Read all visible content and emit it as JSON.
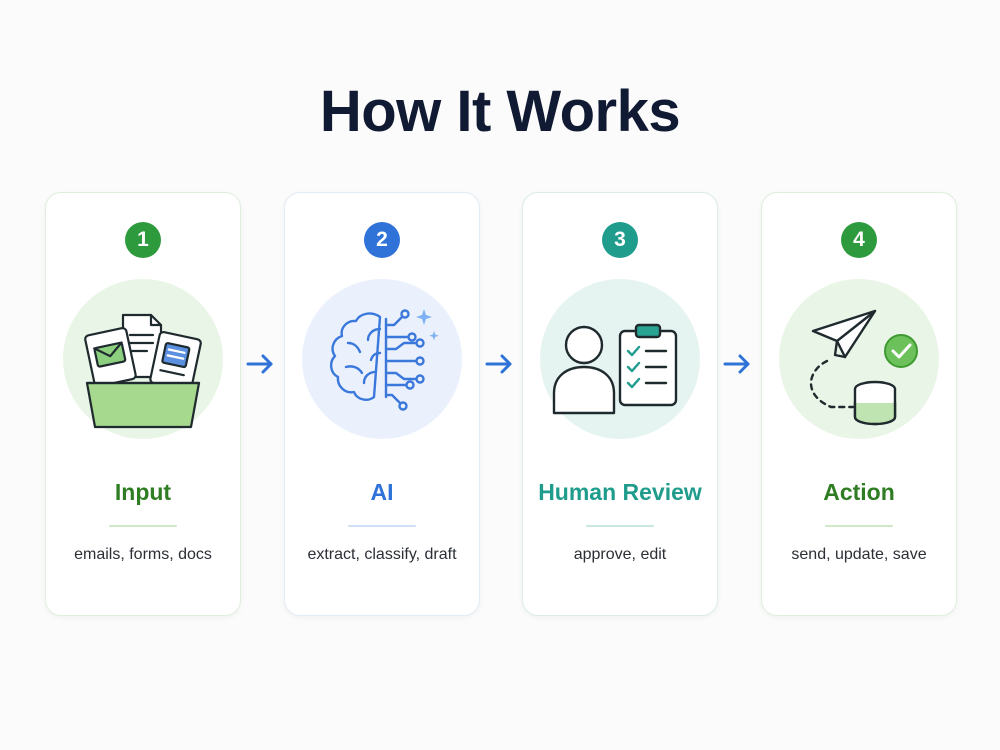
{
  "title": "How It Works",
  "colors": {
    "green": "#2e9a3e",
    "blue": "#2f73d9",
    "teal": "#1f9c8c",
    "dark_green": "#2f7d22",
    "navy": "#111a33"
  },
  "steps": [
    {
      "number": "1",
      "title": "Input",
      "description": "emails, forms, docs",
      "icon": "documents-tray-icon"
    },
    {
      "number": "2",
      "title": "AI",
      "description": "extract, classify, draft",
      "icon": "ai-brain-circuit-icon"
    },
    {
      "number": "3",
      "title": "Human Review",
      "description": "approve, edit",
      "icon": "person-checklist-icon"
    },
    {
      "number": "4",
      "title": "Action",
      "description": "send, update, save",
      "icon": "send-database-check-icon"
    }
  ],
  "connector_icon": "arrow-right-icon"
}
